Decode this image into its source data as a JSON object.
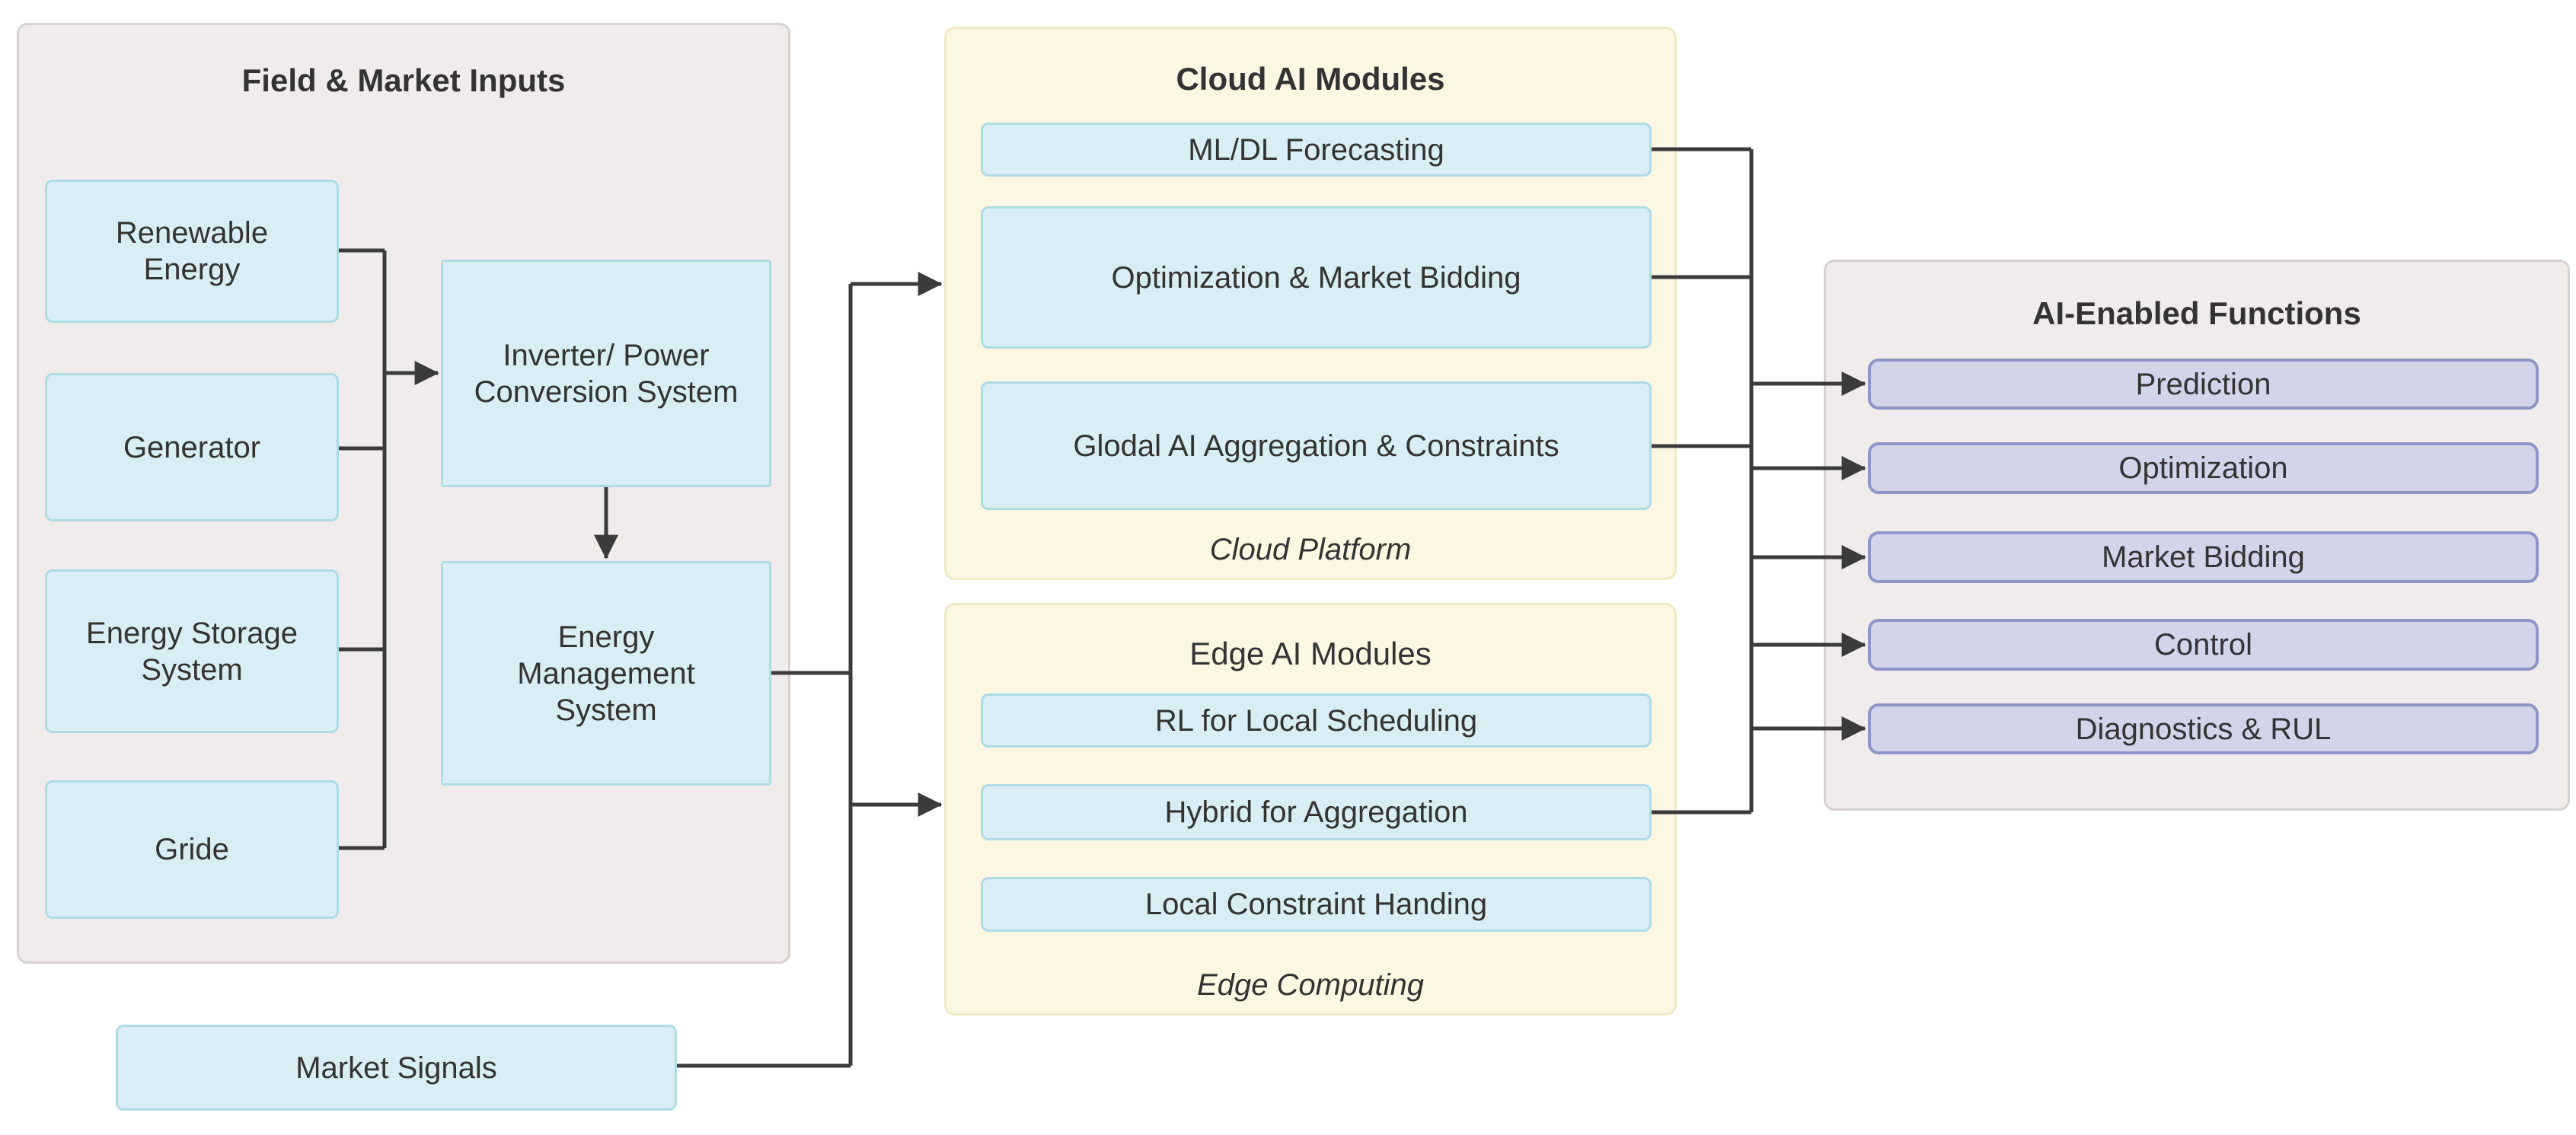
{
  "colors": {
    "text": "#333333",
    "line": "#3b3b3b",
    "grayFill": "#f1ecec",
    "grayBorder": "#d7d2d1",
    "creamFill": "#fbf7e3",
    "creamBorder": "#efe9c4",
    "cyanFill": "#d9eef4",
    "cyanBorder": "#aedbe4",
    "purpleFill": "#d2d5ea",
    "purpleBorder": "#8e96c9"
  },
  "panels": {
    "field": {
      "title": "Field & Market Inputs"
    },
    "cloud": {
      "title": "Cloud AI Modules",
      "footer": "Cloud Platform"
    },
    "edge": {
      "title": "Edge AI Modules",
      "footer": "Edge Computing"
    },
    "functions": {
      "title": "AI-Enabled Functions"
    }
  },
  "nodes": {
    "renewable": {
      "label": "Renewable\nEnergy"
    },
    "generator": {
      "label": "Generator"
    },
    "storage": {
      "label": "Energy Storage\nSystem"
    },
    "gride": {
      "label": "Gride"
    },
    "inverter": {
      "label": "Inverter/ Power\nConversion System"
    },
    "ems": {
      "label": "Energy\nManagement\nSystem"
    },
    "market": {
      "label": "Market Signals"
    },
    "mldl": {
      "label": "ML/DL Forecasting"
    },
    "optbid": {
      "label": "Optimization & Market Bidding"
    },
    "glodal": {
      "label": "Glodal AI Aggregation & Constraints"
    },
    "rl": {
      "label": "RL for Local Scheduling"
    },
    "hybrid": {
      "label": "Hybrid for Aggregation"
    },
    "localc": {
      "label": "Local Constraint Handing"
    },
    "prediction": {
      "label": "Prediction"
    },
    "optimization": {
      "label": "Optimization"
    },
    "bidding": {
      "label": "Market Bidding"
    },
    "control": {
      "label": "Control"
    },
    "diagnostics": {
      "label": "Diagnostics & RUL"
    }
  }
}
